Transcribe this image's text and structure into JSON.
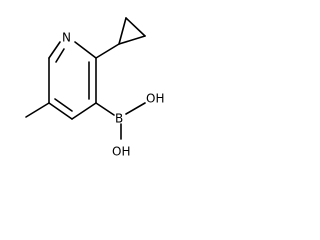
{
  "atoms": {
    "nitrogen": "N",
    "boron": "B",
    "hydroxyl_upper": "OH",
    "hydroxyl_lower": "OH"
  }
}
